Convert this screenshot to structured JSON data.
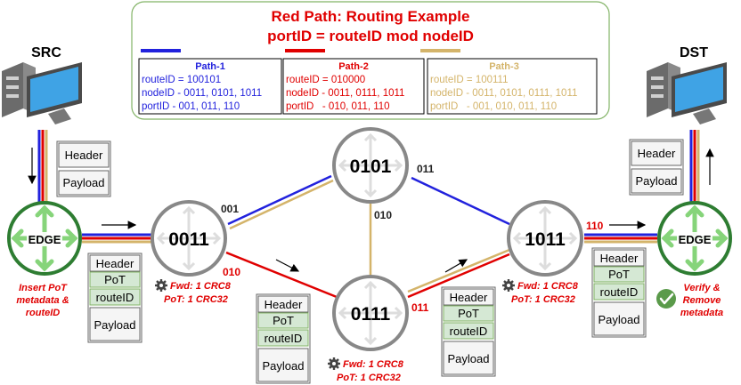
{
  "title": {
    "line1": "Red Path: Routing Example",
    "line2": "portID = routeID mod nodeID"
  },
  "paths": [
    {
      "name": "Path-1",
      "routeID": "routeID = 100101",
      "nodeID": "nodeID - 0011, 0101, 1011",
      "portID": "portID - 001, 011, 110",
      "color": "#2222dd"
    },
    {
      "name": "Path-2",
      "routeID": "routeID = 010000",
      "nodeID": "nodeID - 0011, 0111, 1011",
      "portID": "portID   - 010, 011, 110",
      "color": "#e00000"
    },
    {
      "name": "Path-3",
      "routeID": "routeID = 100111",
      "nodeID": "nodeID - 0011, 0101, 0111, 1011",
      "portID": "portID   - 001, 010, 011, 110",
      "color": "#d4b46a"
    }
  ],
  "hosts": {
    "src": "SRC",
    "dst": "DST"
  },
  "edges": {
    "left": {
      "label": "EDGE",
      "note1": "Insert PoT",
      "note2": "metadata &",
      "note3": "routeID"
    },
    "right": {
      "label": "EDGE",
      "note1": "Verify &",
      "note2": "Remove",
      "note3": "metadata"
    }
  },
  "nodes": {
    "n0011": "0011",
    "n0101": "0101",
    "n0111": "0111",
    "n1011": "1011"
  },
  "ports": {
    "p001": "001",
    "p010a": "010",
    "p011a": "011",
    "p010b": "010",
    "p011b": "011",
    "p110": "110"
  },
  "stack": {
    "header": "Header",
    "payload": "Payload",
    "pot": "PoT",
    "route": "routeID"
  },
  "node_notes": {
    "n0011": {
      "line1": "Fwd: 1 CRC8",
      "line2": "PoT: 1 CRC32"
    },
    "n0111": {
      "line1": "Fwd: 1 CRC8",
      "line2": "PoT: 1 CRC32"
    },
    "n1011": {
      "line1": "Fwd: 1 CRC8",
      "line2": "PoT: 1 CRC32"
    }
  },
  "colors": {
    "blue": "#2222dd",
    "red": "#e00000",
    "gold": "#d4b46a",
    "green": "#2e7d32",
    "node_gray": "#888888"
  }
}
